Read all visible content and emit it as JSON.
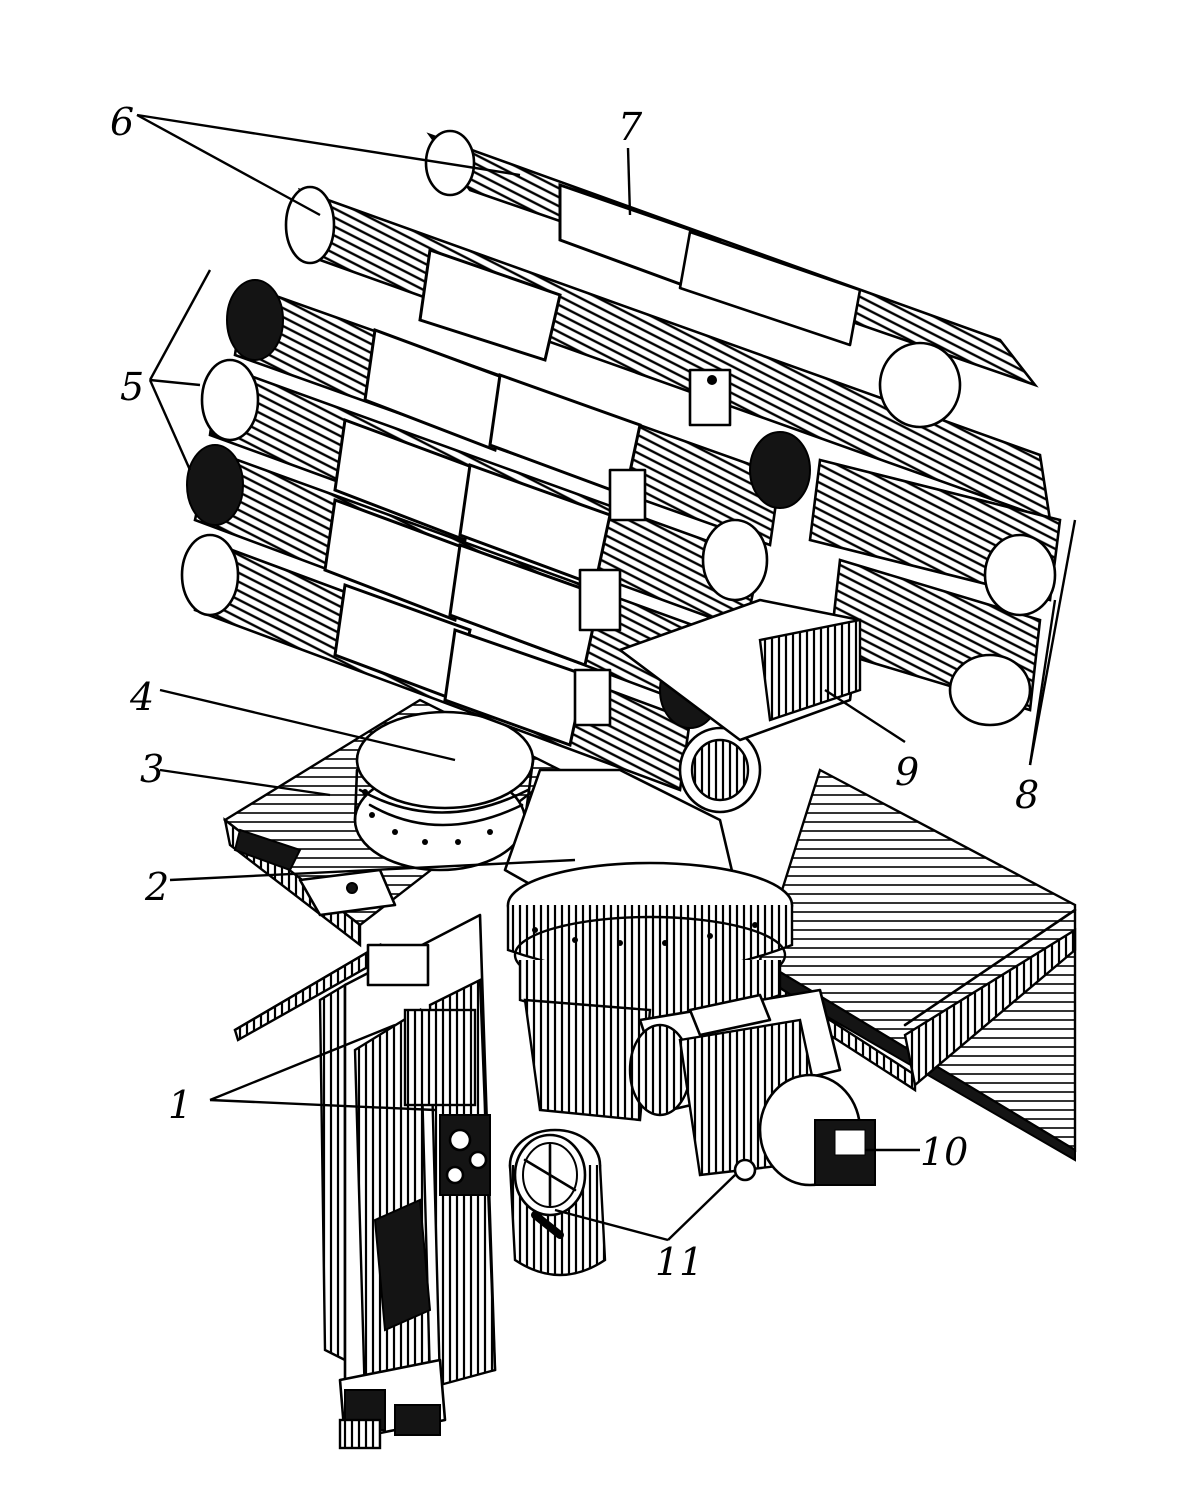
{
  "figure": {
    "callouts": [
      {
        "id": "c1",
        "text": "1"
      },
      {
        "id": "c2",
        "text": "2"
      },
      {
        "id": "c3",
        "text": "3"
      },
      {
        "id": "c4",
        "text": "4"
      },
      {
        "id": "c5",
        "text": "5"
      },
      {
        "id": "c6",
        "text": "6"
      },
      {
        "id": "c7",
        "text": "7"
      },
      {
        "id": "c8",
        "text": "8"
      },
      {
        "id": "c9",
        "text": "9"
      },
      {
        "id": "c10",
        "text": "10"
      },
      {
        "id": "c11",
        "text": "11"
      }
    ]
  }
}
